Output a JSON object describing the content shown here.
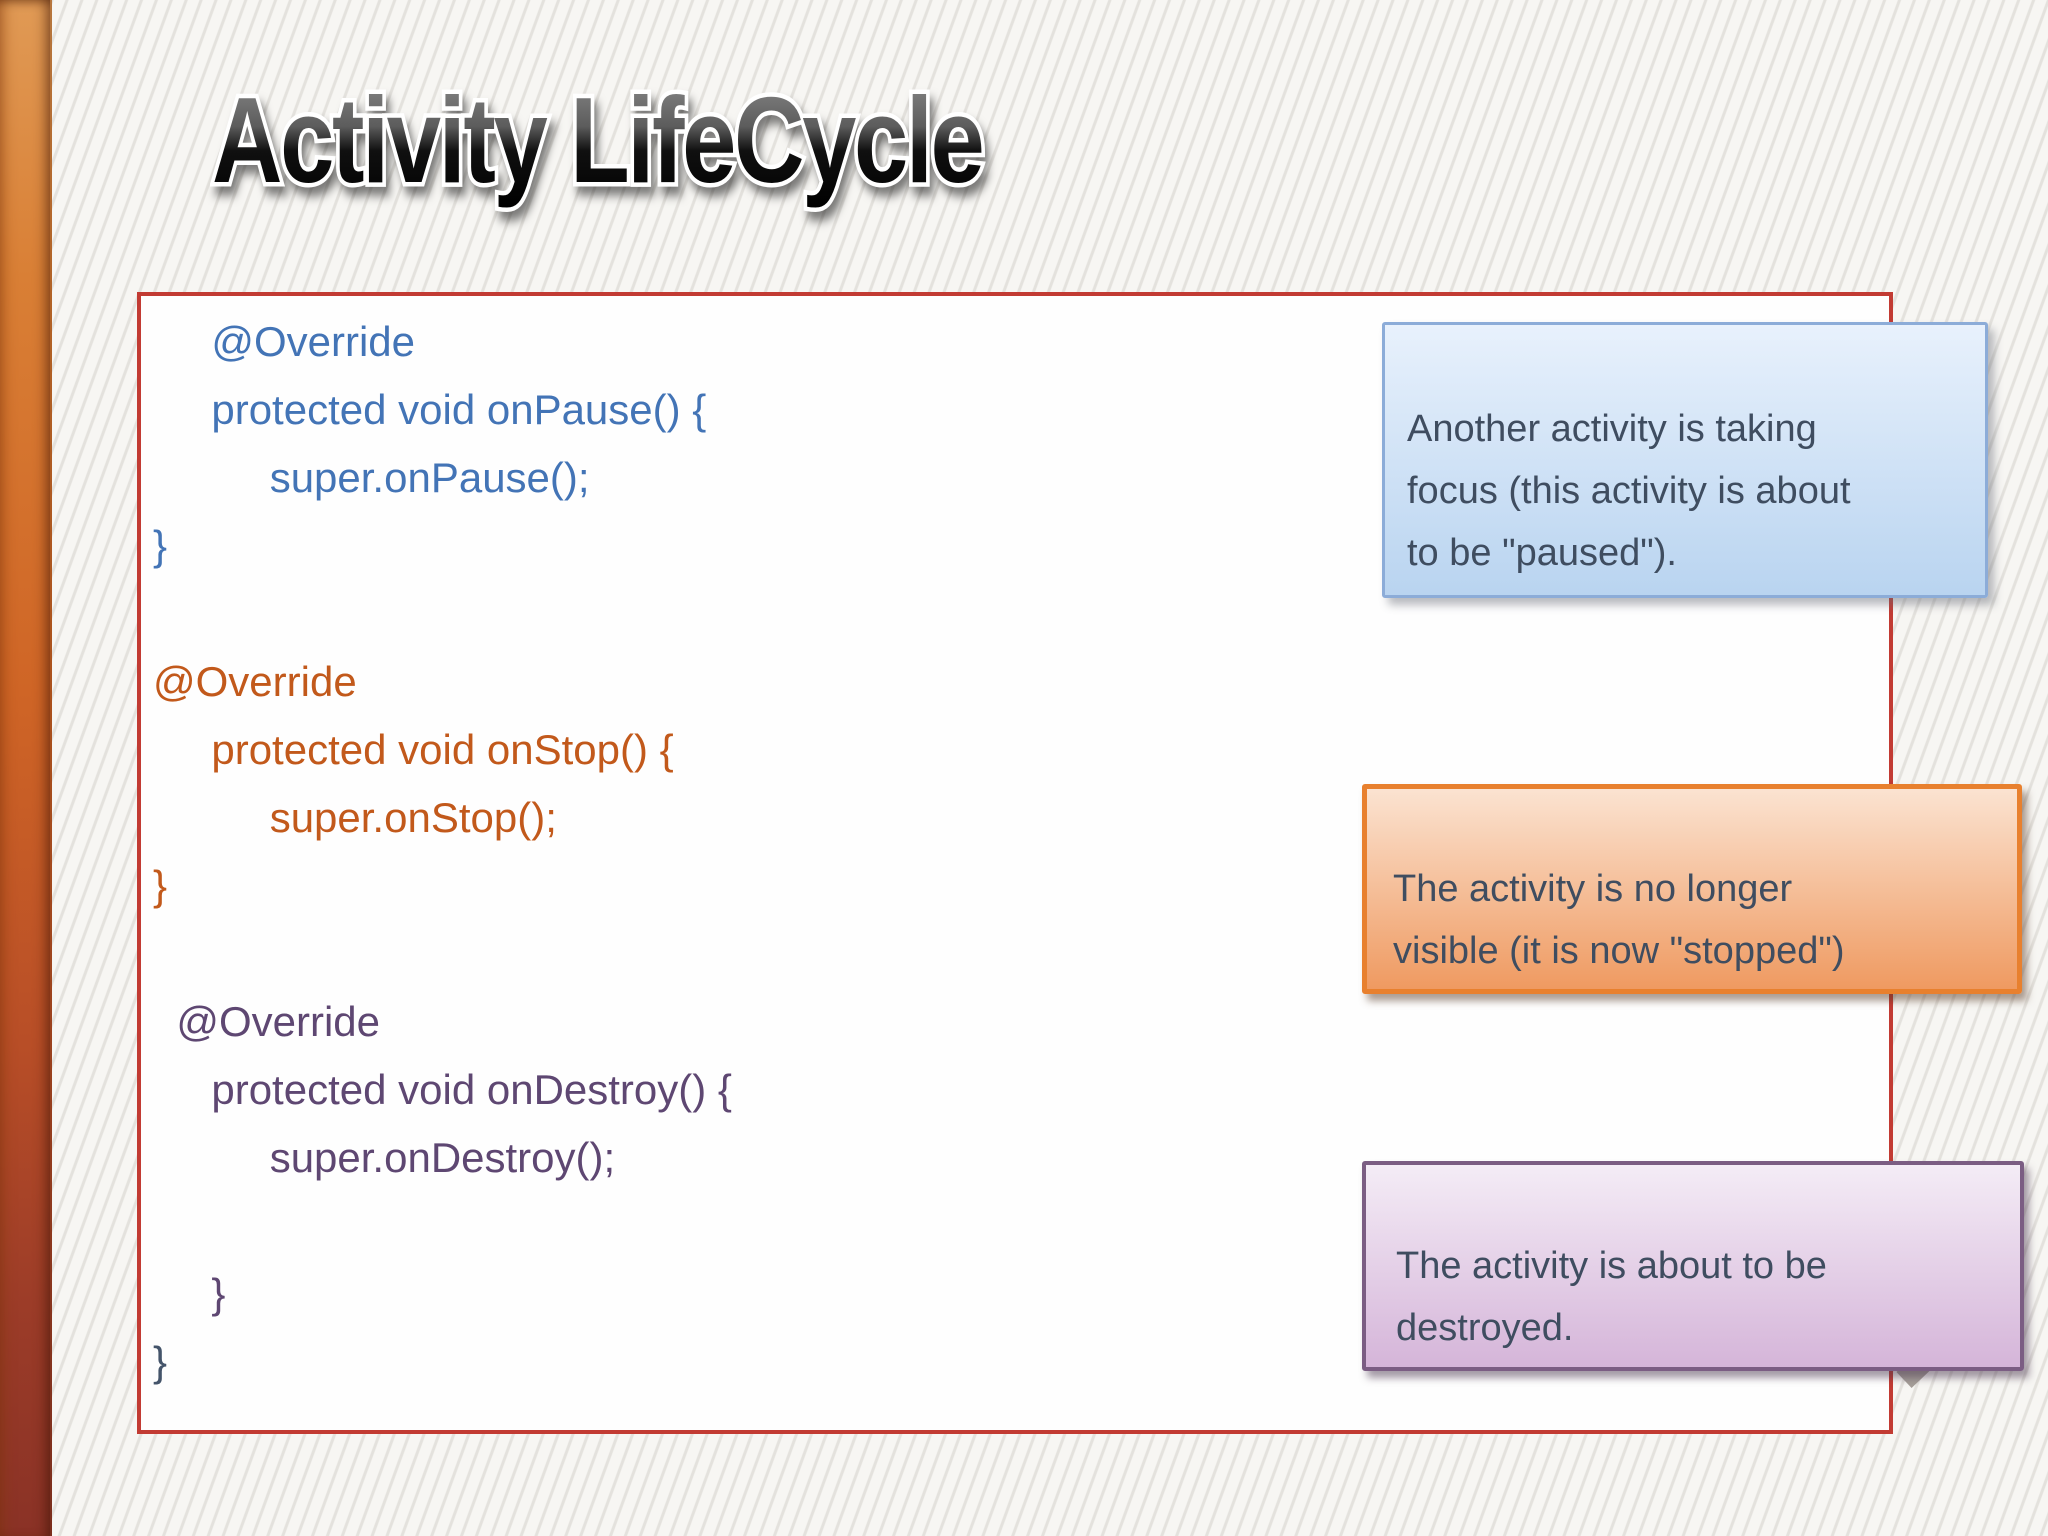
{
  "slide": {
    "title": "Activity LifeCycle"
  },
  "code_box": {
    "border_color": "#c23b33",
    "text_colors": {
      "blue": "#4374b6",
      "orange": "#c2591b",
      "purple": "#5e4772",
      "slate": "#44546a"
    },
    "lines": [
      {
        "text": "     @Override",
        "color": "blue"
      },
      {
        "text": "     protected void onPause() {",
        "color": "blue"
      },
      {
        "text": "          super.onPause();",
        "color": "blue"
      },
      {
        "text": "}",
        "color": "blue"
      },
      {
        "text": "",
        "color": ""
      },
      {
        "text": "@Override",
        "color": "orange"
      },
      {
        "text": "     protected void onStop() {",
        "color": "orange"
      },
      {
        "text": "          super.onStop();",
        "color": "orange"
      },
      {
        "text": "}",
        "color": "orange"
      },
      {
        "text": "",
        "color": ""
      },
      {
        "text": "  @Override",
        "color": "purple"
      },
      {
        "text": "     protected void onDestroy() {",
        "color": "purple"
      },
      {
        "text": "          super.onDestroy();",
        "color": "purple"
      },
      {
        "text": "",
        "color": ""
      },
      {
        "text": "     }",
        "color": "purple"
      },
      {
        "text": "}",
        "color": "slate"
      }
    ]
  },
  "callouts": [
    {
      "id": "paused",
      "text_lines": [
        "Another activity is taking",
        "focus (this activity is about",
        "to be \"paused\")."
      ],
      "border_color": "#8cacd8",
      "bg_top": "#e8f1fc",
      "bg_bottom": "#b9d4f0",
      "text_color": "#3f4d60"
    },
    {
      "id": "stopped",
      "text_lines": [
        "The activity is no longer",
        "visible (it is now \"stopped\")"
      ],
      "border_color": "#e8802e",
      "bg_top": "#fbe3d1",
      "bg_bottom": "#ef9a61",
      "text_color": "#3f4d60"
    },
    {
      "id": "destroyed",
      "text_lines": [
        "The activity is about to be",
        "destroyed."
      ],
      "border_color": "#7b5d83",
      "bg_top": "#f4ecf6",
      "bg_bottom": "#d5b5d9",
      "text_color": "#3f4d60"
    }
  ],
  "next_icon": {
    "name": "chevron-right",
    "color": "#a59e98"
  }
}
